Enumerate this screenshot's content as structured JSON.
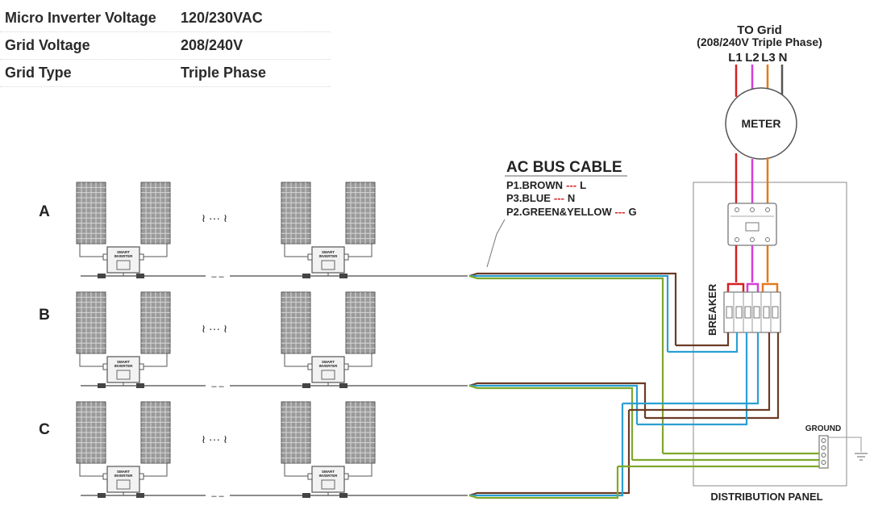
{
  "spec_table": [
    {
      "key": "Micro Inverter Voltage",
      "value": "120/230VAC"
    },
    {
      "key": "Grid  Voltage",
      "value": "208/240V"
    },
    {
      "key": "Grid Type",
      "value": "Triple Phase"
    }
  ],
  "grid": {
    "title": "TO Grid",
    "subtitle": "(208/240V Triple Phase)",
    "lines": [
      "L1",
      "L2",
      "L3",
      "N"
    ]
  },
  "meter_label": "METER",
  "ac_bus": {
    "title": "AC BUS CABLE",
    "p1": "P1.BROWN",
    "p1_code": "L",
    "p3": "P3.BLUE",
    "p3_code": "N",
    "p2": "P2.GREEN&YELLOW",
    "p2_code": "G",
    "separator": "---"
  },
  "rows": [
    {
      "label": "A",
      "ellipsis": "≀ ··· ≀"
    },
    {
      "label": "B",
      "ellipsis": "≀ ··· ≀"
    },
    {
      "label": "C",
      "ellipsis": "≀ ··· ≀"
    }
  ],
  "inverter_text": [
    "SMART",
    "INVERTER"
  ],
  "breaker_label": "BREAKER",
  "ground_label": "GROUND",
  "panel_label": "DISTRIBUTION PANEL",
  "colors": {
    "L1": "#d42020",
    "L2": "#d43fd4",
    "L3": "#e27a1c",
    "N": "#555555",
    "brown": "#6b3b24",
    "blue": "#2b9fd4",
    "green": "#7ea82a"
  }
}
